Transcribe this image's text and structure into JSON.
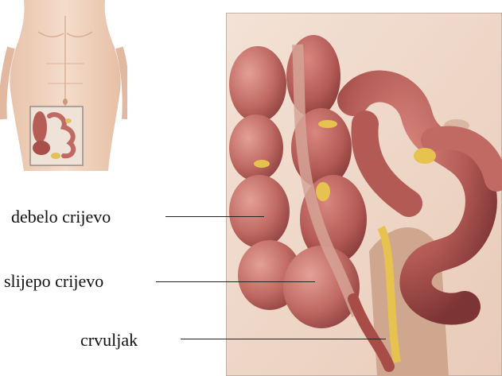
{
  "labels": {
    "colon": "debelo crijevo",
    "cecum": "slijepo crijevo",
    "appendix": "crvuljak"
  },
  "colors": {
    "skin": "#f0d3bd",
    "skin_shadow": "#d9ae93",
    "bowel": "#c06a63",
    "bowel_dark": "#8e3e3a",
    "bowel_light": "#dc8f86",
    "fat": "#e6c24e",
    "background_panel": "#f1ddd0"
  },
  "icons": [
    "torso-figure",
    "intestine-illustration"
  ]
}
